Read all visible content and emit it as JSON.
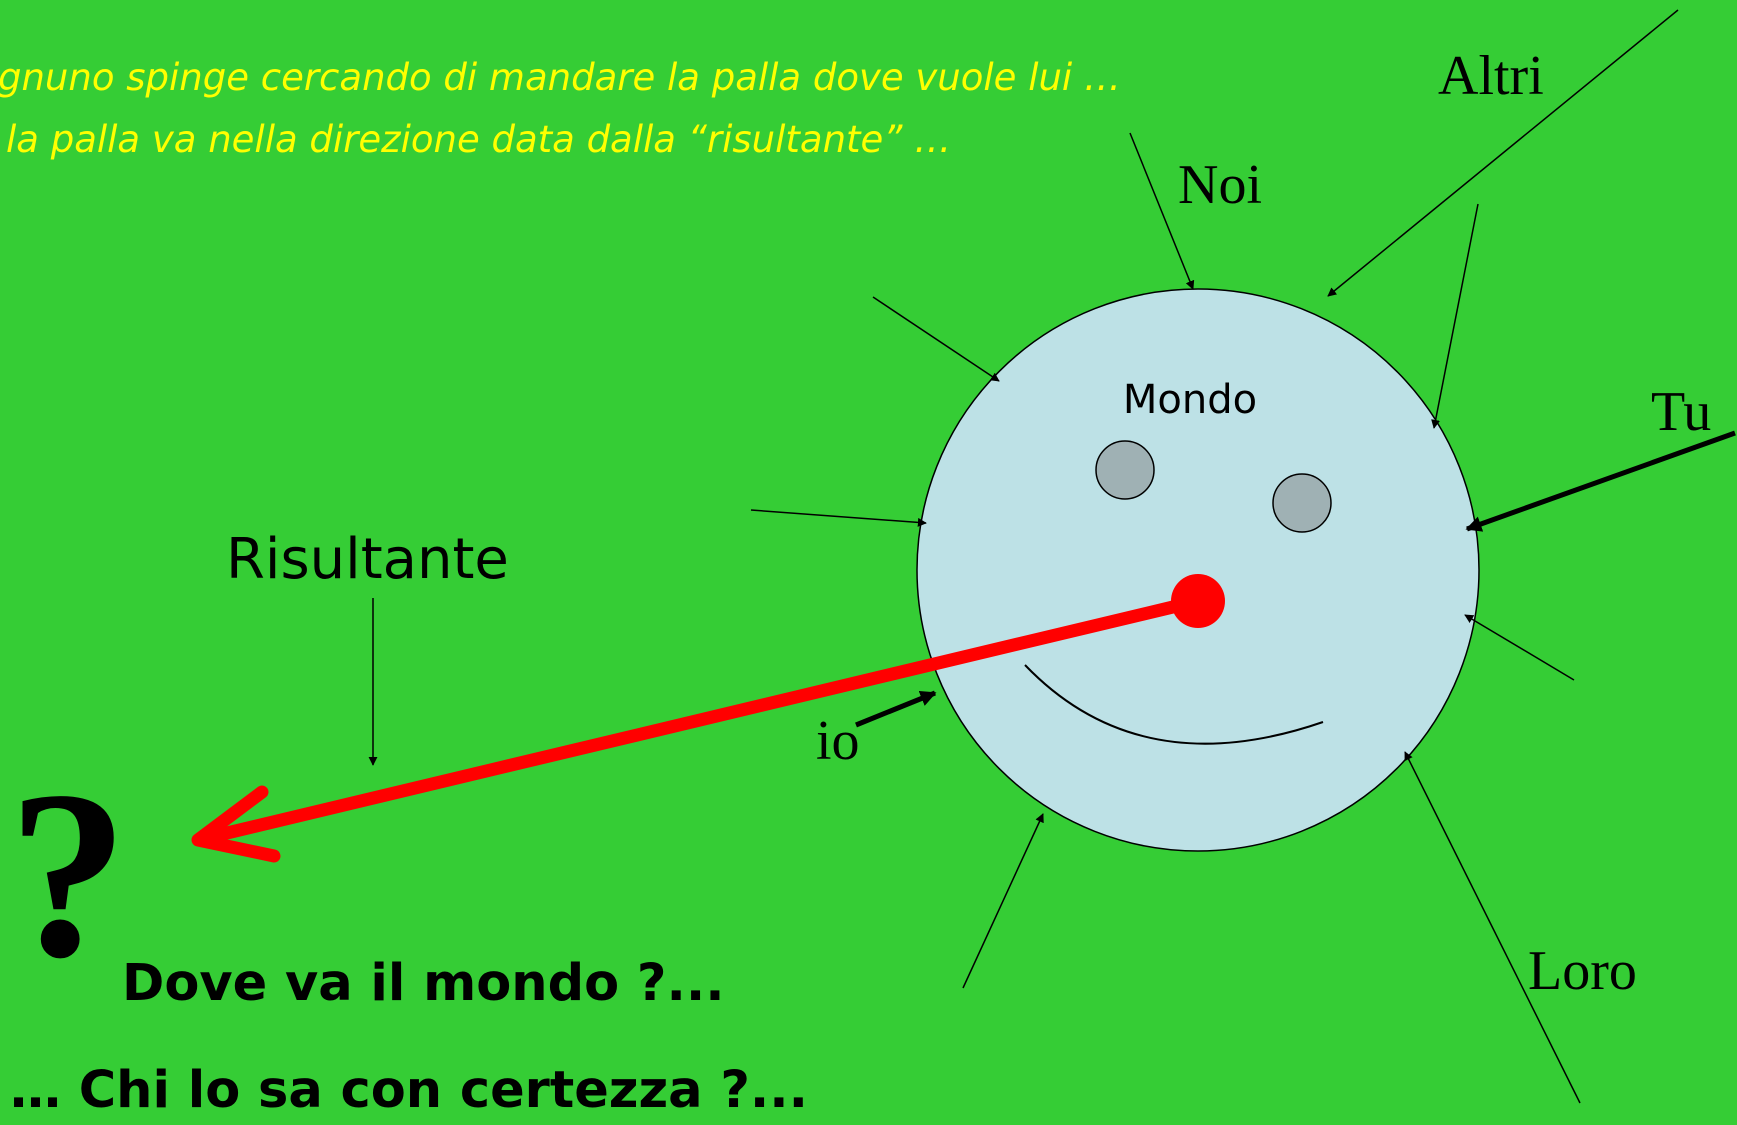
{
  "caption": {
    "line1": "gnuno spinge cercando di mandare la palla dove vuole lui …",
    "line2": "la palla va nella direzione data dalla “risultante” …"
  },
  "labels": {
    "altri": "Altri",
    "noi": "Noi",
    "tu": "Tu",
    "loro": "Loro",
    "io": "io",
    "mondo": "Mondo",
    "risultante": "Risultante",
    "question_mark": "?"
  },
  "bottom": {
    "line1": "Dove va il mondo ?...",
    "line2": "… Chi lo sa con certezza ?..."
  },
  "colors": {
    "background": "#35cd35",
    "caption": "#ffff00",
    "ball": "#bde1e6",
    "eyes": "#9fb1b4",
    "resultant": "#ff0000"
  }
}
